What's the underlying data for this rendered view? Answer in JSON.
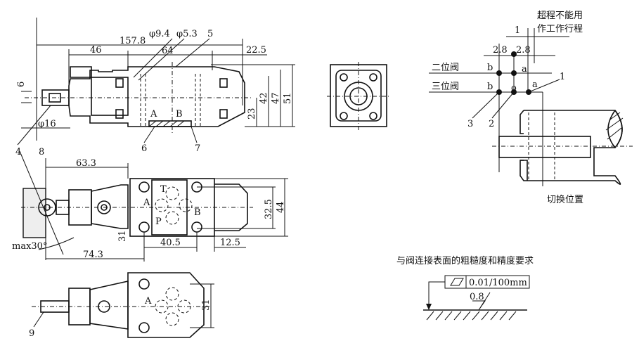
{
  "side_view": {
    "dim_total": "157.8",
    "dim_phi94": "φ9.4",
    "dim_phi53": "φ5.3",
    "callout_5": "5",
    "dim_46": "46",
    "dim_64": "64",
    "dim_225": "22.5",
    "dim_6": "6",
    "dim_phi16": "φ16",
    "callout_4": "4",
    "callout_8": "8",
    "port_a": "A",
    "port_b": "B",
    "callout_6": "6",
    "callout_7": "7",
    "dim_23": "23",
    "dim_42": "42",
    "dim_47": "47",
    "dim_51": "51"
  },
  "top_view": {
    "dim_633": "63.3",
    "port_t": "T",
    "port_a": "A",
    "port_b": "B",
    "port_p": "P",
    "dim_325": "32.5",
    "dim_44": "44",
    "dim_31": "31",
    "dim_405": "40.5",
    "dim_125": "12.5",
    "angle": "max30°",
    "dim_743": "74.3"
  },
  "bottom_view": {
    "port_a": "A",
    "dim_31": "31",
    "callout_9": "9"
  },
  "switch_diagram": {
    "note_line1": "超程不能用",
    "note_line2": "作工作行程",
    "dim_1": "1",
    "dim_28_left": "2.8",
    "dim_28_right": "2.8",
    "two_position": "二位阀",
    "three_position": "三位阀",
    "two_b": "b",
    "two_a": "a",
    "three_b": "b",
    "three_o": "o",
    "three_a": "a",
    "callout_1": "1",
    "callout_3": "3",
    "callout_2": "2",
    "caption": "切换位置"
  },
  "surface_req": {
    "title": "与阀连接表面的粗糙度和精度要求",
    "flatness": "0.01/100mm",
    "roughness": "0.8"
  }
}
